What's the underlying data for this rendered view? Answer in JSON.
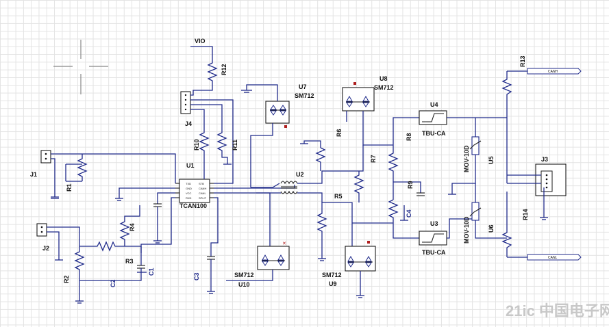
{
  "labels": {
    "vio": "VIO",
    "r12": "R12",
    "u7": "U7",
    "u7_part": "SM712",
    "u8": "U8",
    "u8_part": "SM712",
    "j4": "J4",
    "r10": "R10",
    "r11": "R11",
    "u1": "U1",
    "u1_part": "TCAN100",
    "u2": "U2",
    "r6": "R6",
    "r7": "R7",
    "r5": "R5",
    "r8": "R8",
    "r9": "R9",
    "c4": "C4",
    "u4": "U4",
    "u4_part": "TBU-CA",
    "u3": "U3",
    "u3_part": "TBU-CA",
    "mov_top": "MOV-10D",
    "mov_bot": "MOV-10D",
    "u5": "U5",
    "u6": "U6",
    "r13": "R13",
    "r14": "R14",
    "j3": "J3",
    "j1": "J1",
    "r1": "R1",
    "j2": "J2",
    "r2": "R2",
    "r3": "R3",
    "r4": "R4",
    "c1": "C1",
    "c2": "C2",
    "c3": "C3",
    "u10": "U10",
    "u10_part": "SM712",
    "u9": "U9",
    "u9_part": "SM712",
    "canh": "CANH",
    "canl": "CANL"
  },
  "u1_pins_left": [
    "TXD",
    "GND",
    "VCC",
    "RXD"
  ],
  "u1_pins_right": [
    "STB",
    "CANH",
    "CANL",
    "SPLIT"
  ],
  "watermark": "21ic 中国电子网",
  "colors": {
    "wire": "#1f2a8a",
    "symbol": "#1a1a1a",
    "grid": "#e3e3e3",
    "pin_marker": "#b02020"
  }
}
